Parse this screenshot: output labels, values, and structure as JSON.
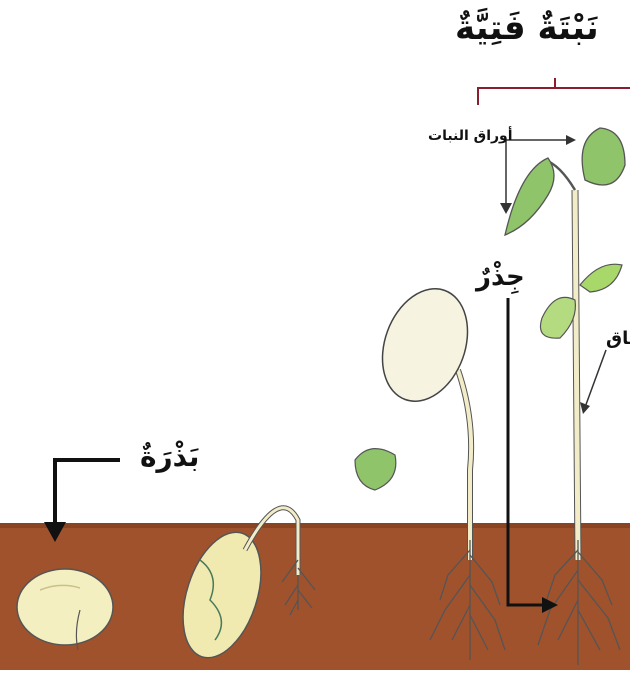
{
  "title": "نَبْتَةٌ فَتِيَّةٌ",
  "labels": {
    "leaves": "أوراق النبات",
    "root": "جِذْرٌ",
    "stem": "ساق",
    "seed": "بَذْرَةٌ"
  },
  "colors": {
    "soil": "#A0522D",
    "leaf": "#A8D86A",
    "seed": "#F4EFC0",
    "stem": "#F2ECC8",
    "bracket": "#8B1E2E",
    "arrow": "#111111"
  }
}
